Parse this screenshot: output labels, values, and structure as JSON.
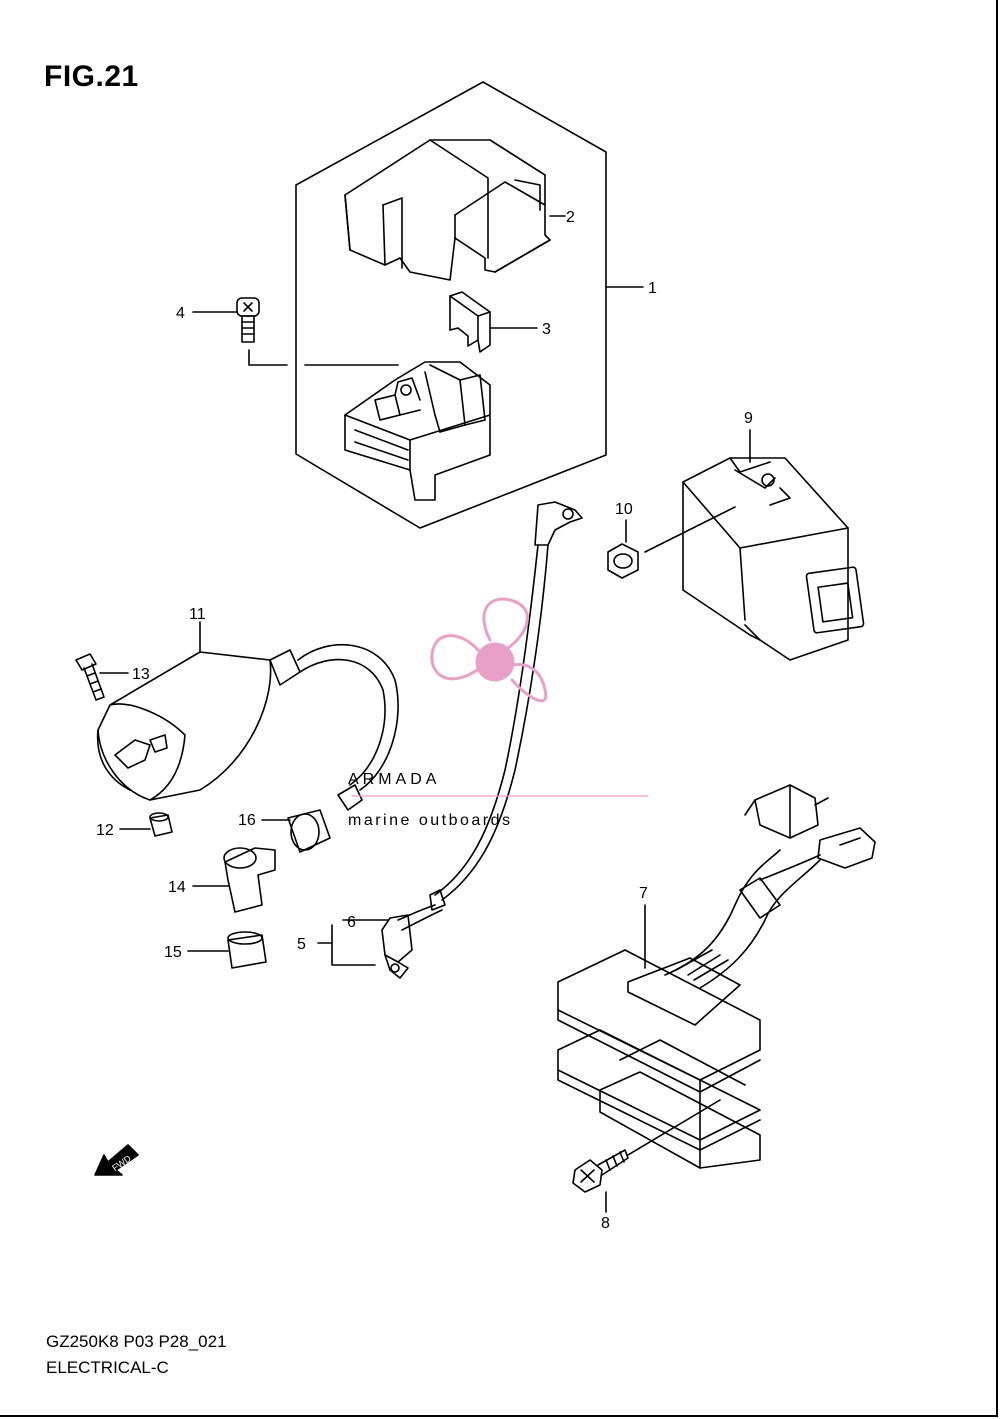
{
  "figure": {
    "title": "FIG.21"
  },
  "footer": {
    "code": "GZ250K8 P03 P28_021",
    "section": "ELECTRICAL-C"
  },
  "watermark": {
    "brand": "ARMADA",
    "tagline": "marine outboards",
    "color": "#e8a0c8"
  },
  "arrow_label": "FWD",
  "callouts": {
    "c1": "1",
    "c2": "2",
    "c3": "3",
    "c4": "4",
    "c5": "5",
    "c6": "6",
    "c7": "7",
    "c8": "8",
    "c9": "9",
    "c10": "10",
    "c11": "11",
    "c12": "12",
    "c13": "13",
    "c14": "14",
    "c15": "15",
    "c16": "16"
  }
}
